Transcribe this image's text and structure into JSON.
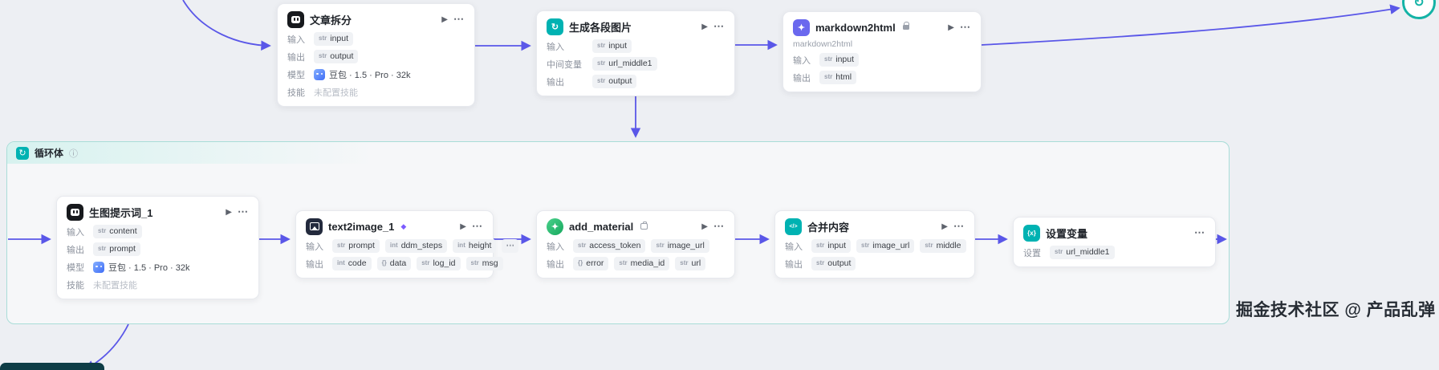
{
  "colors": {
    "edge": "#5a57e8",
    "teal": "#00b2b2",
    "node_dark": "#17191d",
    "purple": "#6a68ee",
    "navy": "#232a3d",
    "green": "#2fbe6e"
  },
  "icons": {
    "play": "▶",
    "more": "⋯",
    "info": "ⓘ",
    "loop": "↻",
    "code": "</>",
    "variable": "{x}",
    "diamond": "◆",
    "sparkle": "✦",
    "overflow": "⋯"
  },
  "watermark": "掘金技术社区 @ 产品乱弹",
  "loop": {
    "title": "循环体"
  },
  "nodes": {
    "split": {
      "title": "文章拆分",
      "rows": {
        "input": {
          "label": "输入",
          "tag": {
            "t": "str",
            "v": "input"
          }
        },
        "output": {
          "label": "输出",
          "tag": {
            "t": "str",
            "v": "output"
          }
        },
        "model": {
          "label": "模型",
          "value": "豆包 · 1.5 · Pro · 32k"
        },
        "skill": {
          "label": "技能",
          "value": "未配置技能"
        }
      }
    },
    "genimgs": {
      "title": "生成各段图片",
      "rows": {
        "input": {
          "label": "输入",
          "tag": {
            "t": "str",
            "v": "input"
          }
        },
        "middle": {
          "label": "中间变量",
          "tag": {
            "t": "str",
            "v": "url_middle1"
          }
        },
        "output": {
          "label": "输出",
          "tag": {
            "t": "str",
            "v": "output"
          }
        }
      }
    },
    "md2html": {
      "title": "markdown2html",
      "subtitle": "markdown2html",
      "rows": {
        "input": {
          "label": "输入",
          "tag": {
            "t": "str",
            "v": "input"
          }
        },
        "output": {
          "label": "输出",
          "tag": {
            "t": "str",
            "v": "html"
          }
        }
      }
    },
    "prompt1": {
      "title": "生图提示词_1",
      "rows": {
        "input": {
          "label": "输入",
          "tag": {
            "t": "str",
            "v": "content"
          }
        },
        "output": {
          "label": "输出",
          "tag": {
            "t": "str",
            "v": "prompt"
          }
        },
        "model": {
          "label": "模型",
          "value": "豆包 · 1.5 · Pro · 32k"
        },
        "skill": {
          "label": "技能",
          "value": "未配置技能"
        }
      }
    },
    "t2i": {
      "title": "text2image_1",
      "rows": {
        "input": {
          "label": "输入",
          "tags": [
            {
              "t": "str",
              "v": "prompt"
            },
            {
              "t": "int",
              "v": "ddm_steps"
            },
            {
              "t": "int",
              "v": "height"
            }
          ]
        },
        "output": {
          "label": "输出",
          "tags": [
            {
              "t": "int",
              "v": "code"
            },
            {
              "t": "{}",
              "v": "data"
            },
            {
              "t": "str",
              "v": "log_id"
            },
            {
              "t": "str",
              "v": "msg"
            }
          ]
        }
      }
    },
    "addmat": {
      "title": "add_material",
      "rows": {
        "input": {
          "label": "输入",
          "tags": [
            {
              "t": "str",
              "v": "access_token"
            },
            {
              "t": "str",
              "v": "image_url"
            }
          ]
        },
        "output": {
          "label": "输出",
          "tags": [
            {
              "t": "{}",
              "v": "error"
            },
            {
              "t": "str",
              "v": "media_id"
            },
            {
              "t": "str",
              "v": "url"
            }
          ]
        }
      }
    },
    "merge": {
      "title": "合并内容",
      "rows": {
        "input": {
          "label": "输入",
          "tags": [
            {
              "t": "str",
              "v": "input"
            },
            {
              "t": "str",
              "v": "image_url"
            },
            {
              "t": "str",
              "v": "middle"
            }
          ]
        },
        "output": {
          "label": "输出",
          "tags": [
            {
              "t": "str",
              "v": "output"
            }
          ]
        }
      }
    },
    "setvar": {
      "title": "设置变量",
      "rows": {
        "set": {
          "label": "设置",
          "tag": {
            "t": "str",
            "v": "url_middle1"
          }
        }
      }
    }
  }
}
